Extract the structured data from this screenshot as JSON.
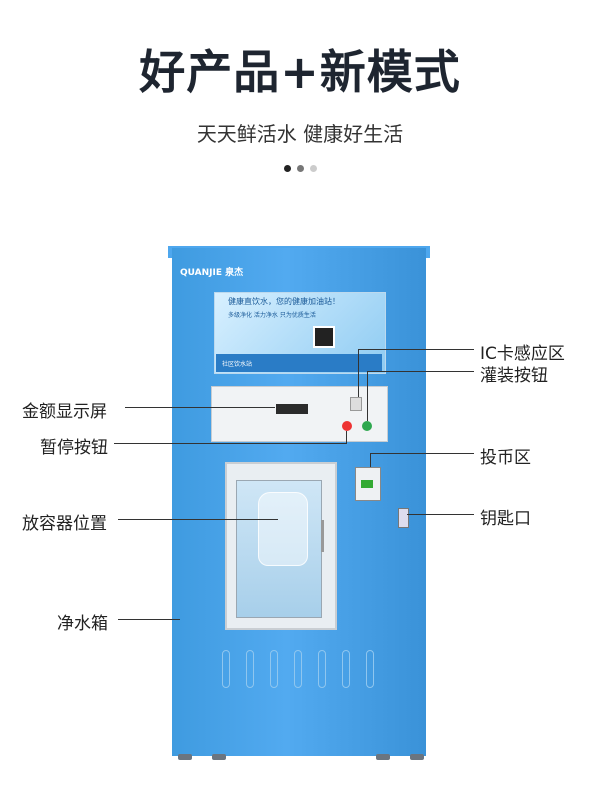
{
  "header": {
    "title": "好产品+新模式",
    "subtitle": "天天鲜活水 健康好生活"
  },
  "carousel": {
    "dots": 3,
    "active_index": 0
  },
  "machine": {
    "brand": "QUANJIE 泉杰",
    "poster_line1": "健康直饮水，您的健康加油站！",
    "poster_line2": "多级净化  活力净水  只为优质生活",
    "poster_footer": "社区饮水站"
  },
  "callouts": {
    "ic_card": "IC卡感应区",
    "fill_button": "灌装按钮",
    "amount_display": "金额显示屏",
    "pause_button": "暂停按钮",
    "coin_area": "投币区",
    "container_position": "放容器位置",
    "key_hole": "钥匙口",
    "water_tank": "净水箱"
  },
  "colors": {
    "machine_blue": "#4ea7ee",
    "title": "#1e2530"
  }
}
